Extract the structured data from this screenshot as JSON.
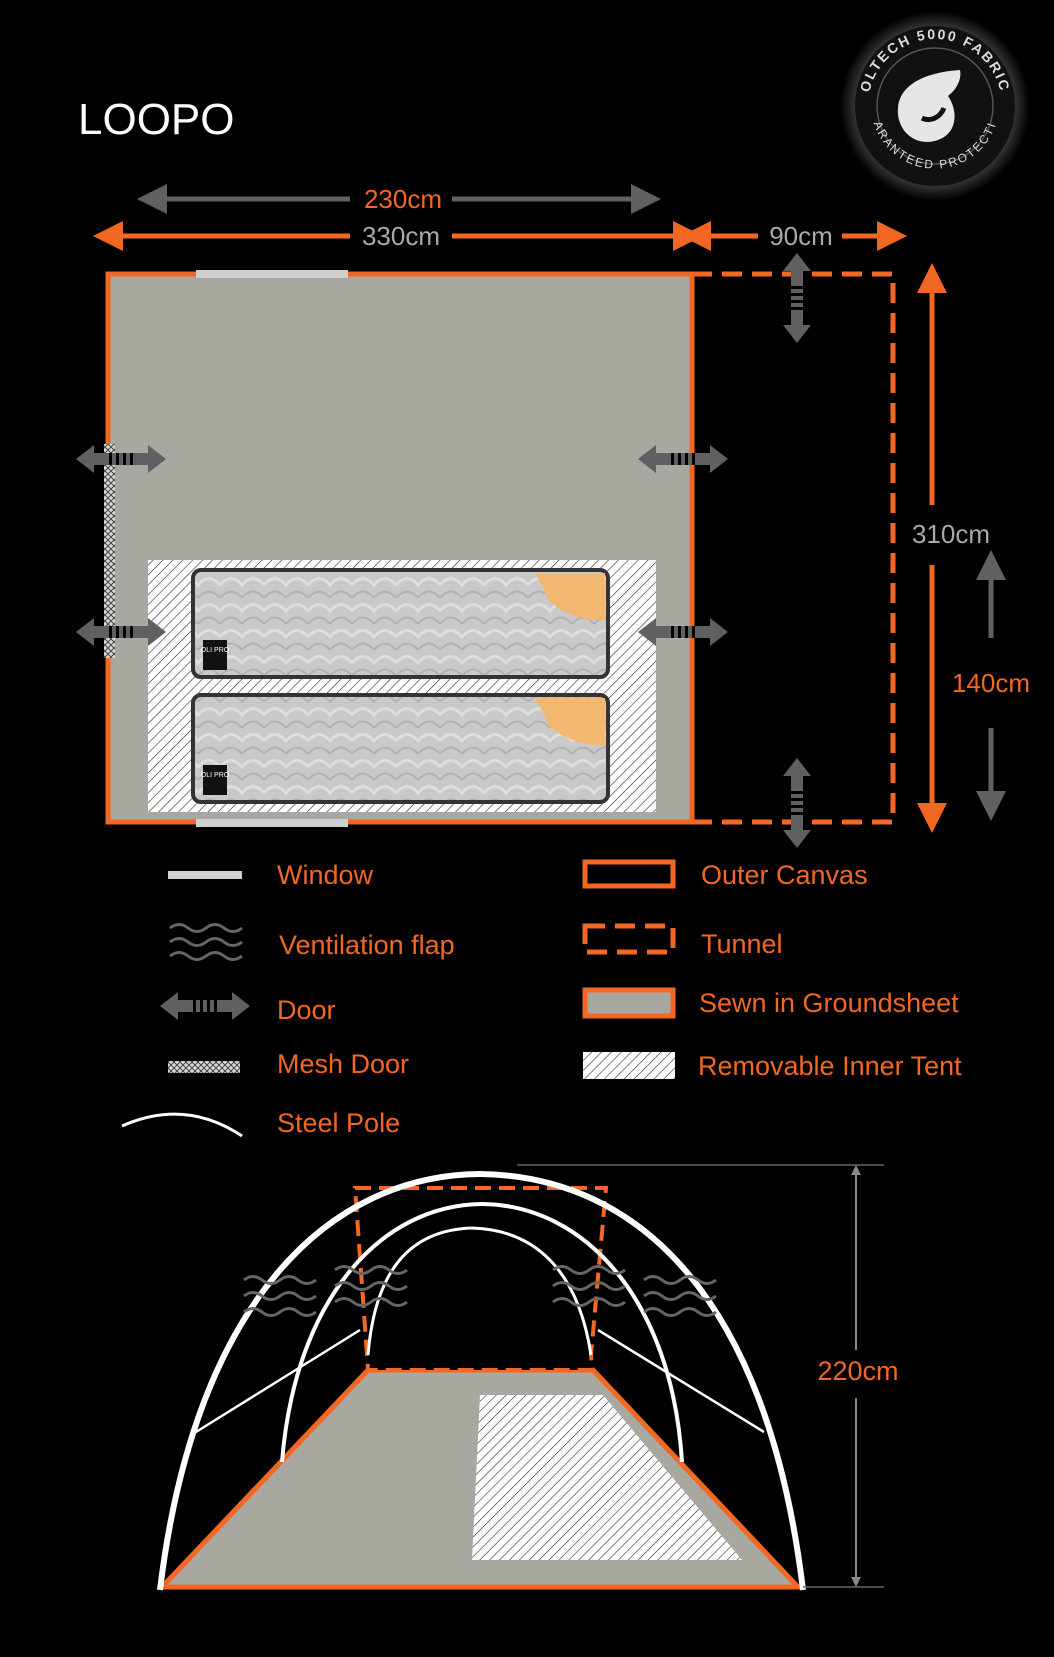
{
  "title": "LOOPO",
  "badge": {
    "top_text": "OLTECH 5000 FABRIC",
    "bottom_text": "GUARANTEED PROTECTION"
  },
  "dimensions": {
    "inner_width": "230cm",
    "main_width": "330cm",
    "tunnel_width": "90cm",
    "total_depth": "310cm",
    "inner_depth": "140cm",
    "height": "220cm"
  },
  "mattress_logo": "OLI PRO",
  "legend": {
    "window": "Window",
    "ventilation_flap": "Ventilation flap",
    "door": "Door",
    "mesh_door": "Mesh Door",
    "steel_pole": "Steel Pole",
    "outer_canvas": "Outer Canvas",
    "tunnel": "Tunnel",
    "groundsheet": "Sewn in Groundsheet",
    "inner_tent": "Removable Inner Tent"
  },
  "colors": {
    "accent": "#f26722",
    "groundsheet": "#a8a8a0",
    "arrow_grey": "#5f6062",
    "background": "#000000"
  }
}
